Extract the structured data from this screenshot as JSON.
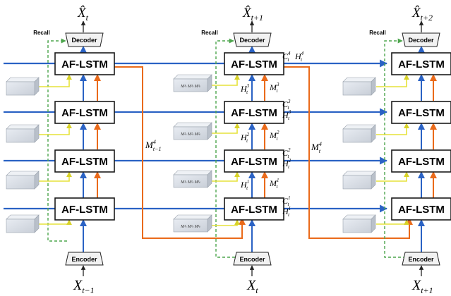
{
  "colors": {
    "blue": "#2a62c4",
    "orange": "#ea6a1a",
    "yellow": "#eae84a",
    "green": "#4da64d",
    "box_fill": "#ffffff",
    "block_fill": "#d9dee6"
  },
  "labels": {
    "af_lstm": "AF-LSTM",
    "decoder": "Decoder",
    "encoder": "Encoder",
    "recall": "Recall"
  },
  "columns": [
    {
      "output": {
        "base": "X̂",
        "sub": "t"
      },
      "input": {
        "base": "X",
        "sub": "t−1"
      }
    },
    {
      "output": {
        "base": "X̂",
        "sub": "t+1"
      },
      "input": {
        "base": "X",
        "sub": "t"
      }
    },
    {
      "output": {
        "base": "X̂",
        "sub": "t+2"
      },
      "input": {
        "base": "X",
        "sub": "t+1"
      }
    }
  ],
  "middle_state_labels": [
    {
      "base": "C",
      "sup": "4",
      "sub": "t"
    },
    {
      "base": "H",
      "sup": "4",
      "sub": "t"
    },
    {
      "base": "H",
      "sup": "3",
      "sub": "t"
    },
    {
      "base": "M",
      "sup": "3",
      "sub": "t"
    },
    {
      "base": "C",
      "sup": "3",
      "sub": "t"
    },
    {
      "base": "H",
      "sup": "3",
      "sub": "t"
    },
    {
      "base": "H",
      "sup": "2",
      "sub": "t"
    },
    {
      "base": "M",
      "sup": "2",
      "sub": "t"
    },
    {
      "base": "C",
      "sup": "2",
      "sub": "t"
    },
    {
      "base": "H",
      "sup": "2",
      "sub": "t"
    },
    {
      "base": "H",
      "sup": "1",
      "sub": "t"
    },
    {
      "base": "M",
      "sup": "1",
      "sub": "t"
    },
    {
      "base": "C",
      "sup": "1",
      "sub": "t"
    },
    {
      "base": "H",
      "sup": "1",
      "sub": "t"
    }
  ],
  "memory_flow_labels": [
    {
      "base": "M",
      "sup": "4",
      "sub": "t−1"
    },
    {
      "base": "M",
      "sup": "4",
      "sub": "t"
    }
  ],
  "memory_blocks": [
    "M³ₜ M³ₜ M³ₜ",
    "M²ₜ M²ₜ M²ₜ",
    "M¹ₜ M¹ₜ M¹ₜ",
    "M¹ₜ M¹ₜ M¹ₜ"
  ]
}
